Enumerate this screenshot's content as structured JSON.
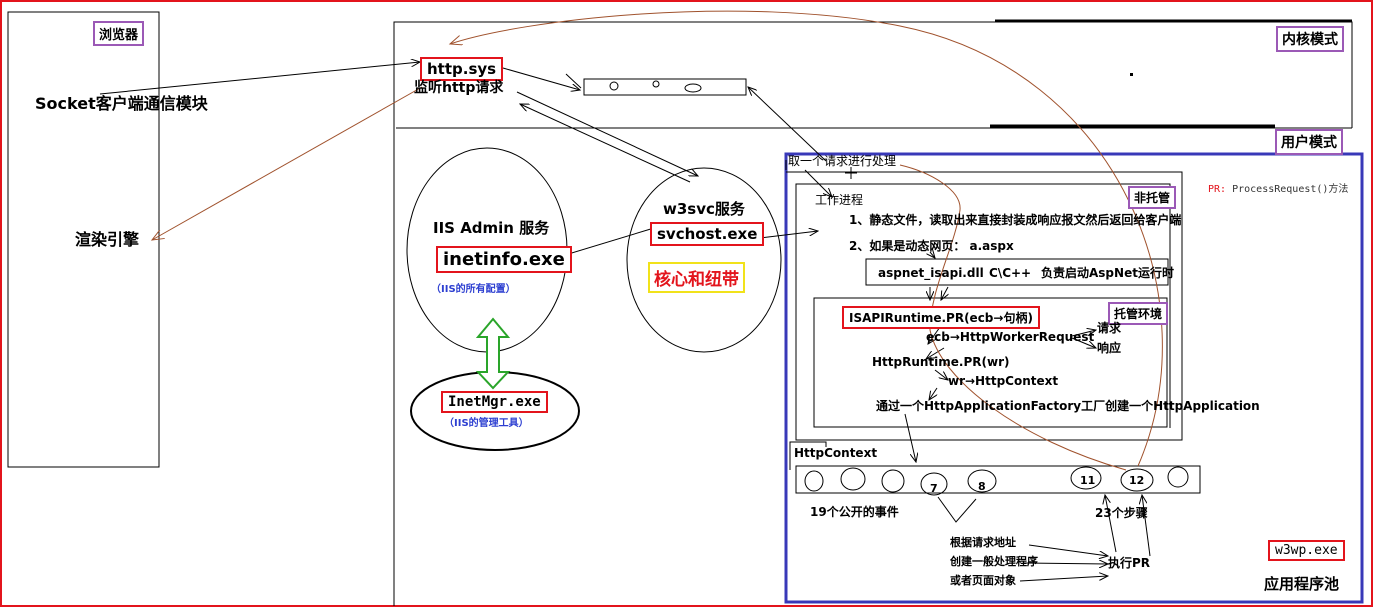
{
  "browser": {
    "title": "浏览器",
    "socket_module": "Socket客户端通信模块",
    "render_engine": "渲染引擎"
  },
  "kernel_mode": "内核模式",
  "user_mode": "用户模式",
  "http_sys": {
    "name": "http.sys",
    "desc": "监听http请求"
  },
  "iis_admin": {
    "title": "IIS Admin 服务",
    "exe": "inetinfo.exe",
    "note": "（IIS的所有配置）"
  },
  "w3svc": {
    "title": "w3svc服务",
    "exe": "svchost.exe",
    "core": "核心和纽带"
  },
  "inetmgr": {
    "exe": "InetMgr.exe",
    "note": "（IIS的管理工具）"
  },
  "app_pool": {
    "take_request": "取一个请求进行处理",
    "pr_note": "PR: ProcessRequest()方法",
    "worker_process": "工作进程",
    "unmanaged": "非托管",
    "step1": "1、静态文件，读取出来直接封装成响应报文然后返回给客户端",
    "step2": "2、如果是动态网页：  a.aspx",
    "isapi_dll": "aspnet_isapi.dll",
    "c_cpp": "C\\C++",
    "isapi_desc": "负责启动AspNet运行时",
    "managed_env": "托管环境",
    "isapi_runtime": "ISAPIRuntime.PR(ecb→句柄)",
    "ecb": "ecb→HttpWorkerRequest",
    "request": "请求",
    "response": "响应",
    "http_runtime": "HttpRuntime.PR(wr)",
    "wr": "wr→HttpContext",
    "factory": "通过一个HttpApplicationFactory工厂创建一个HttpApplication",
    "httpcontext": "HttpContext",
    "event_7": "7",
    "event_8": "8",
    "event_11": "11",
    "event_12": "12",
    "events_19": "19个公开的事件",
    "steps_23": "23个步骤",
    "by_url": "根据请求地址",
    "create_handler": "创建一般处理程序",
    "or_page": "或者页面对象",
    "exec_pr": "执行PR",
    "w3wp": "w3wp.exe",
    "app_pool_label": "应用程序池"
  }
}
